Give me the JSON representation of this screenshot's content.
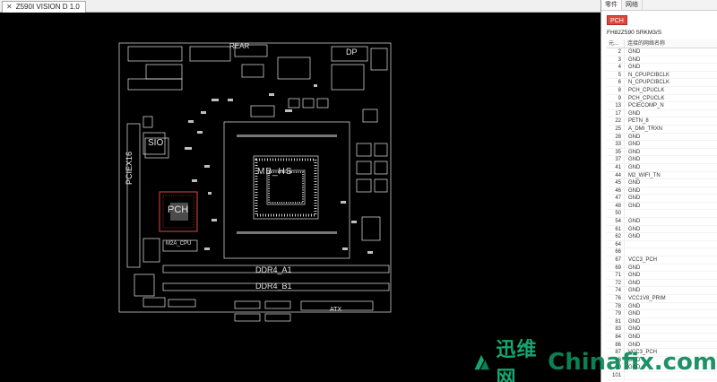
{
  "tab": {
    "title": "Z590I VISION D 1.0"
  },
  "board": {
    "labels": {
      "sio": "SIO",
      "pch": "PCH",
      "pciex16": "PCIEX16",
      "mb_hs": "MB_HS",
      "ddr_a1": "DDR4_A1",
      "ddr_b1": "DDR4_B1",
      "m2a_cpu": "M2A_CPU",
      "atx": "ATX",
      "dp": "DP",
      "rear": "REAR"
    },
    "colors": {
      "trace": "#e6e6e6",
      "highlight": "#e0463f"
    }
  },
  "panel": {
    "tabs": [
      "零件",
      "网络"
    ],
    "selected_part": "PCH",
    "part_name": "FH82Z590 SRKM3/S",
    "col_pin": "元...",
    "col_net": "连接的网络名称",
    "rows": [
      {
        "pin": "2",
        "net": "GND"
      },
      {
        "pin": "3",
        "net": "GND"
      },
      {
        "pin": "4",
        "net": "GND"
      },
      {
        "pin": "5",
        "net": "N_CPUPCIBCLK"
      },
      {
        "pin": "6",
        "net": "N_CPUPCIBCLK"
      },
      {
        "pin": "8",
        "net": "PCH_CPUCLK"
      },
      {
        "pin": "9",
        "net": "PCH_CPUCLK"
      },
      {
        "pin": "13",
        "net": "PCIECOMP_N"
      },
      {
        "pin": "17",
        "net": "GND"
      },
      {
        "pin": "22",
        "net": "PETN_8"
      },
      {
        "pin": "25",
        "net": "A_DMI_TRXN"
      },
      {
        "pin": "28",
        "net": "GND"
      },
      {
        "pin": "33",
        "net": "GND"
      },
      {
        "pin": "35",
        "net": "GND"
      },
      {
        "pin": "37",
        "net": "GND"
      },
      {
        "pin": "41",
        "net": "GND"
      },
      {
        "pin": "44",
        "net": "M2_WIFI_TN"
      },
      {
        "pin": "45",
        "net": "GND"
      },
      {
        "pin": "46",
        "net": "GND"
      },
      {
        "pin": "47",
        "net": "GND"
      },
      {
        "pin": "48",
        "net": "GND"
      },
      {
        "pin": "50",
        "net": ""
      },
      {
        "pin": "54",
        "net": "GND"
      },
      {
        "pin": "61",
        "net": "GND"
      },
      {
        "pin": "62",
        "net": "GND"
      },
      {
        "pin": "64",
        "net": ""
      },
      {
        "pin": "66",
        "net": ""
      },
      {
        "pin": "67",
        "net": "VCC3_PCH"
      },
      {
        "pin": "69",
        "net": "GND"
      },
      {
        "pin": "71",
        "net": "GND"
      },
      {
        "pin": "72",
        "net": "GND"
      },
      {
        "pin": "74",
        "net": "GND"
      },
      {
        "pin": "76",
        "net": "VCC1V8_PRIM"
      },
      {
        "pin": "78",
        "net": "GND"
      },
      {
        "pin": "79",
        "net": "GND"
      },
      {
        "pin": "81",
        "net": "GND"
      },
      {
        "pin": "83",
        "net": "GND"
      },
      {
        "pin": "84",
        "net": "GND"
      },
      {
        "pin": "86",
        "net": "GND"
      },
      {
        "pin": "87",
        "net": "VCC3_PCH"
      },
      {
        "pin": "88",
        "net": "GND"
      },
      {
        "pin": "90",
        "net": "GND"
      },
      {
        "pin": "101",
        "net": ""
      }
    ]
  },
  "watermark": {
    "cn": "迅维网",
    "en": "Chinafix.com"
  }
}
